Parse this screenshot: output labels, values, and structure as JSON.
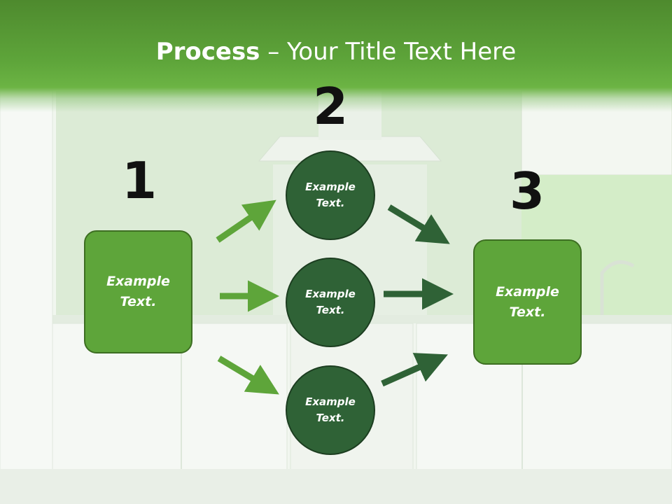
{
  "title": {
    "bold": "Process",
    "rest": " – Your Title Text Here"
  },
  "steps": {
    "one": "1",
    "two": "2",
    "three": "3"
  },
  "left_box": {
    "line1": "Example",
    "line2": "Text."
  },
  "circles": [
    {
      "line1": "Example",
      "line2": "Text."
    },
    {
      "line1": "Example",
      "line2": "Text."
    },
    {
      "line1": "Example",
      "line2": "Text."
    }
  ],
  "right_box": {
    "line1": "Example",
    "line2": "Text."
  },
  "colors": {
    "header_green": "#5ea53a",
    "box_green": "#5ea53a",
    "circle_green": "#2f6236",
    "arrow_light": "#5ea53a",
    "arrow_dark": "#2f6236"
  }
}
